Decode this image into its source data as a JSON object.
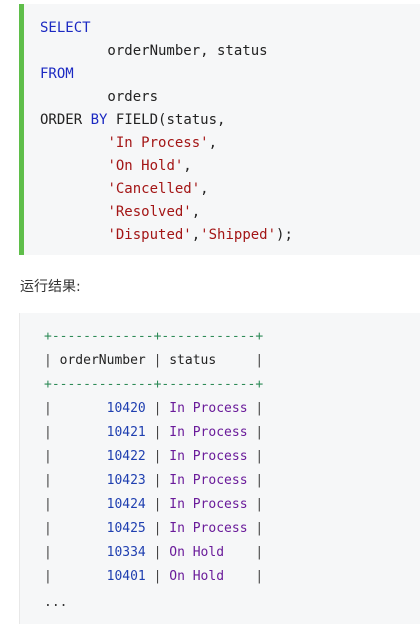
{
  "sql": {
    "line1": "SELECT",
    "line2": "        orderNumber, status",
    "line3": "FROM",
    "line4": "        orders",
    "line5_kw1": "ORDER",
    "line5_kw2": "BY",
    "line5_rest": "FIELD(status,",
    "values": [
      "'In Process'",
      "'On Hold'",
      "'Cancelled'",
      "'Resolved'",
      "'Disputed'",
      "'Shipped'"
    ],
    "tail_comma": ",",
    "tail_close": ");"
  },
  "caption": "运行结果:",
  "result": {
    "border": "+-------------+------------+",
    "header_col1": "orderNumber",
    "header_col2": "status    ",
    "rows": [
      {
        "orderNumber": "10420",
        "status": "In Process"
      },
      {
        "orderNumber": "10421",
        "status": "In Process"
      },
      {
        "orderNumber": "10422",
        "status": "In Process"
      },
      {
        "orderNumber": "10423",
        "status": "In Process"
      },
      {
        "orderNumber": "10424",
        "status": "In Process"
      },
      {
        "orderNumber": "10425",
        "status": "In Process"
      },
      {
        "orderNumber": "10334",
        "status": "On Hold   "
      },
      {
        "orderNumber": "10401",
        "status": "On Hold   "
      }
    ],
    "ellipsis": "..."
  }
}
